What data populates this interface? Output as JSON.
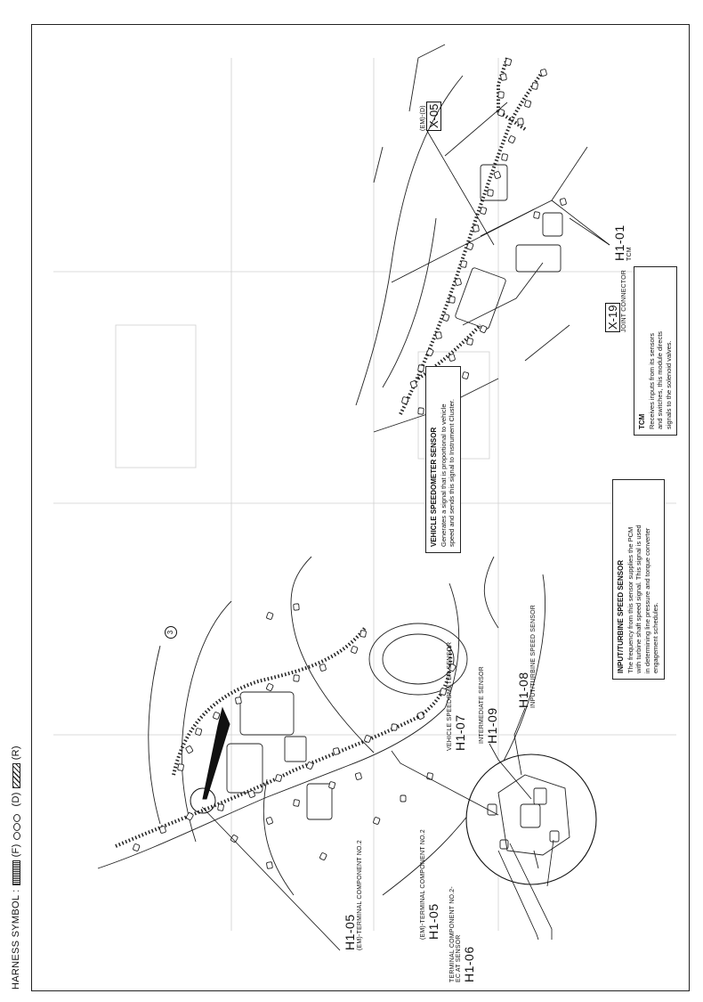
{
  "header": {
    "label": "HARNESS SYMBOL :",
    "front_tag": "(F)",
    "dash_tag": "(D)",
    "rear_tag": "(R)"
  },
  "callouts": {
    "h105_main": {
      "code": "H1-05",
      "sub": "(EM)-TERMINAL COMPONENT NO.2"
    },
    "h105_inset": {
      "sub": "(EM)-TERMINAL COMPONENT NO.2",
      "code": "H1-05"
    },
    "h106": {
      "sub1": "TERMINAL COMPONENT NO.2-",
      "sub2": "EC AT SENSOR",
      "code": "H1-06"
    },
    "h107": {
      "sub": "VEHICLE SPEEDOMETER SENSOR",
      "code": "H1-07"
    },
    "h109": {
      "sub": "INTERMEDIATE SENSOR",
      "code": "H1-09"
    },
    "h108": {
      "code": "H1-08",
      "sub": "INPUT/TURBINE SPEED SENSOR"
    },
    "circle3": "3",
    "x05": {
      "sub": "(EM)-(D)",
      "code": "X-05"
    },
    "x19": {
      "code": "X-19",
      "sub": "JOINT CONNECTOR"
    },
    "h101": {
      "code": "H1-01",
      "sub": "TCM"
    }
  },
  "notes": {
    "vss": {
      "title": "VEHICLE SPEEDOMETER SENSOR",
      "line1": "Generates a signal that is proportional to vehicle",
      "line2": "speed and sends this signal to Instrument Cluster."
    },
    "its": {
      "title": "INPUT/TURBINE SPEED SENSOR",
      "line1": "The frequency from this sensor supplies the PCM",
      "line2": "with turbine shaft speed signal. This signal is used",
      "line3": "in determining line pressure and torque converter",
      "line4": "engagement schedules."
    },
    "tcm": {
      "title": "TCM",
      "line1": "Receives inputs from its sensors",
      "line2": "and switches, this module directs",
      "line3": "signals to the solenoid valves."
    }
  },
  "colors": {
    "ink": "#111111",
    "paper": "#ffffff",
    "faint": "#b9b9b9"
  }
}
